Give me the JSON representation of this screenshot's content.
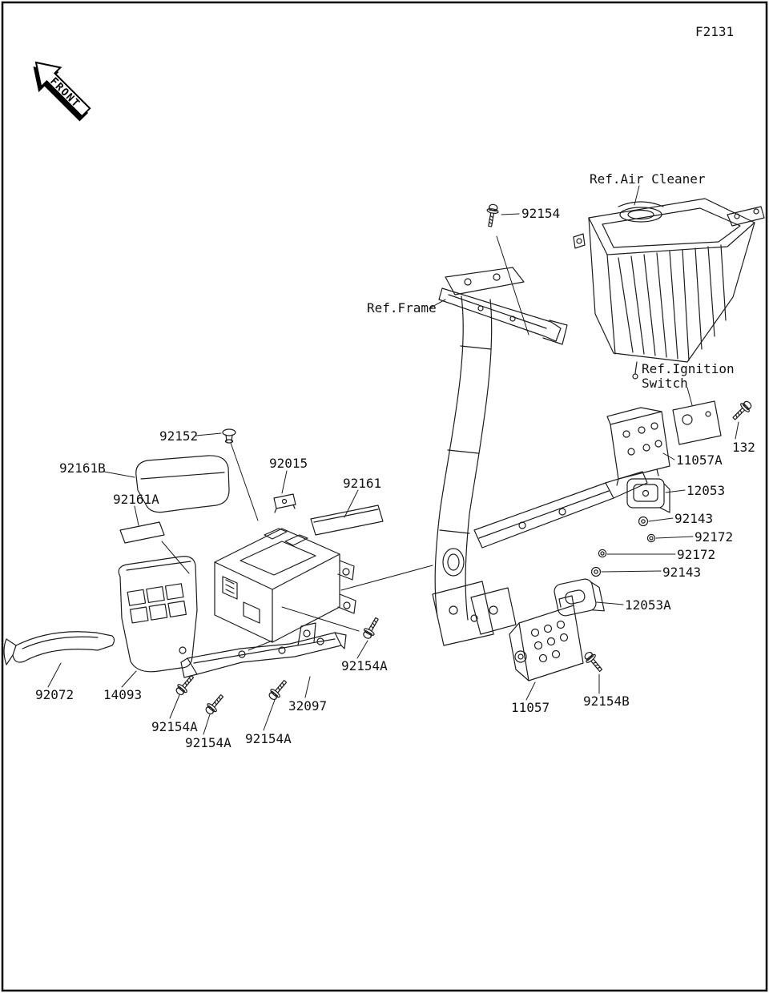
{
  "page": {
    "figure_code": "F2131",
    "front_arrow_label": "FRONT",
    "background_color": "#ffffff",
    "line_color": "#1c1c1c"
  },
  "references": [
    {
      "text": "Ref.Air Cleaner"
    },
    {
      "text": "Ref.Frame"
    },
    {
      "text": "Ref.Ignition"
    },
    {
      "text": "Switch"
    }
  ],
  "callouts": [
    {
      "text": "92154"
    },
    {
      "text": "92152"
    },
    {
      "text": "92161B"
    },
    {
      "text": "92161A"
    },
    {
      "text": "92015"
    },
    {
      "text": "92161"
    },
    {
      "text": "132"
    },
    {
      "text": "11057A"
    },
    {
      "text": "12053"
    },
    {
      "text": "92143"
    },
    {
      "text": "92172"
    },
    {
      "text": "92172"
    },
    {
      "text": "92143"
    },
    {
      "text": "12053A"
    },
    {
      "text": "92154A"
    },
    {
      "text": "11057"
    },
    {
      "text": "92154B"
    },
    {
      "text": "92072"
    },
    {
      "text": "14093"
    },
    {
      "text": "92154A"
    },
    {
      "text": "92154A"
    },
    {
      "text": "92154A"
    },
    {
      "text": "32097"
    }
  ]
}
